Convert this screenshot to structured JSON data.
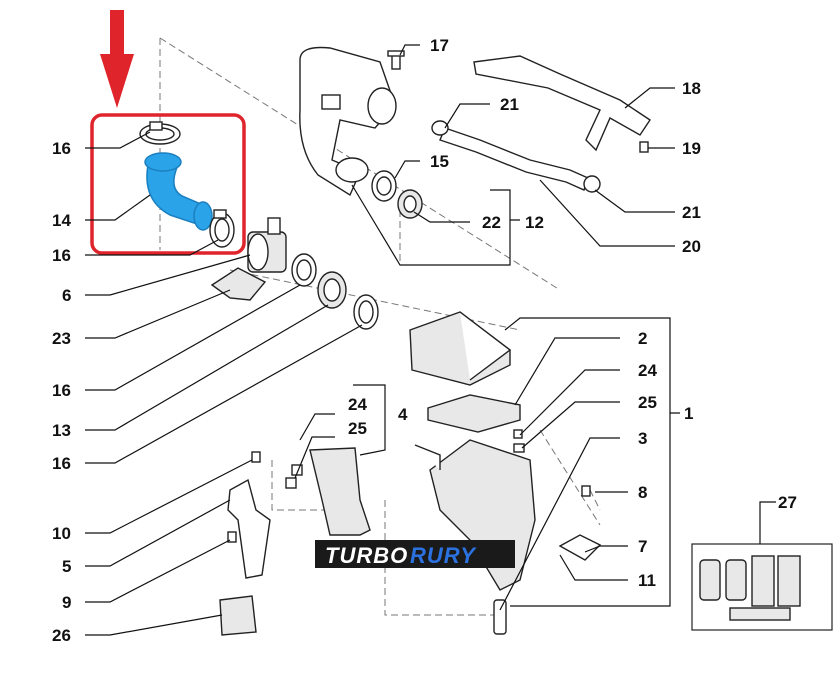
{
  "labels": {
    "n16a": "16",
    "n14": "14",
    "n16b": "16",
    "n6": "6",
    "n23": "23",
    "n16c": "16",
    "n13": "13",
    "n16d": "16",
    "n10": "10",
    "n5": "5",
    "n9": "9",
    "n26": "26",
    "n17": "17",
    "n21a": "21",
    "n15": "15",
    "n22": "22",
    "n12": "12",
    "n18": "18",
    "n19": "19",
    "n21b": "21",
    "n20": "20",
    "n2": "2",
    "n24a": "24",
    "n25a": "25",
    "n1": "1",
    "n3": "3",
    "n8": "8",
    "n7": "7",
    "n11": "11",
    "n27": "27",
    "n24b": "24",
    "n25b": "25",
    "n4": "4"
  },
  "watermark": {
    "part1": "TURBO",
    "part2": "RURY"
  },
  "colors": {
    "highlight_box": "#e0242c",
    "arrow": "#e0242c",
    "highlighted_hose": "#2aa3e8",
    "logo_accent": "#2b72e0"
  },
  "icons": [
    "down-arrow-icon"
  ]
}
